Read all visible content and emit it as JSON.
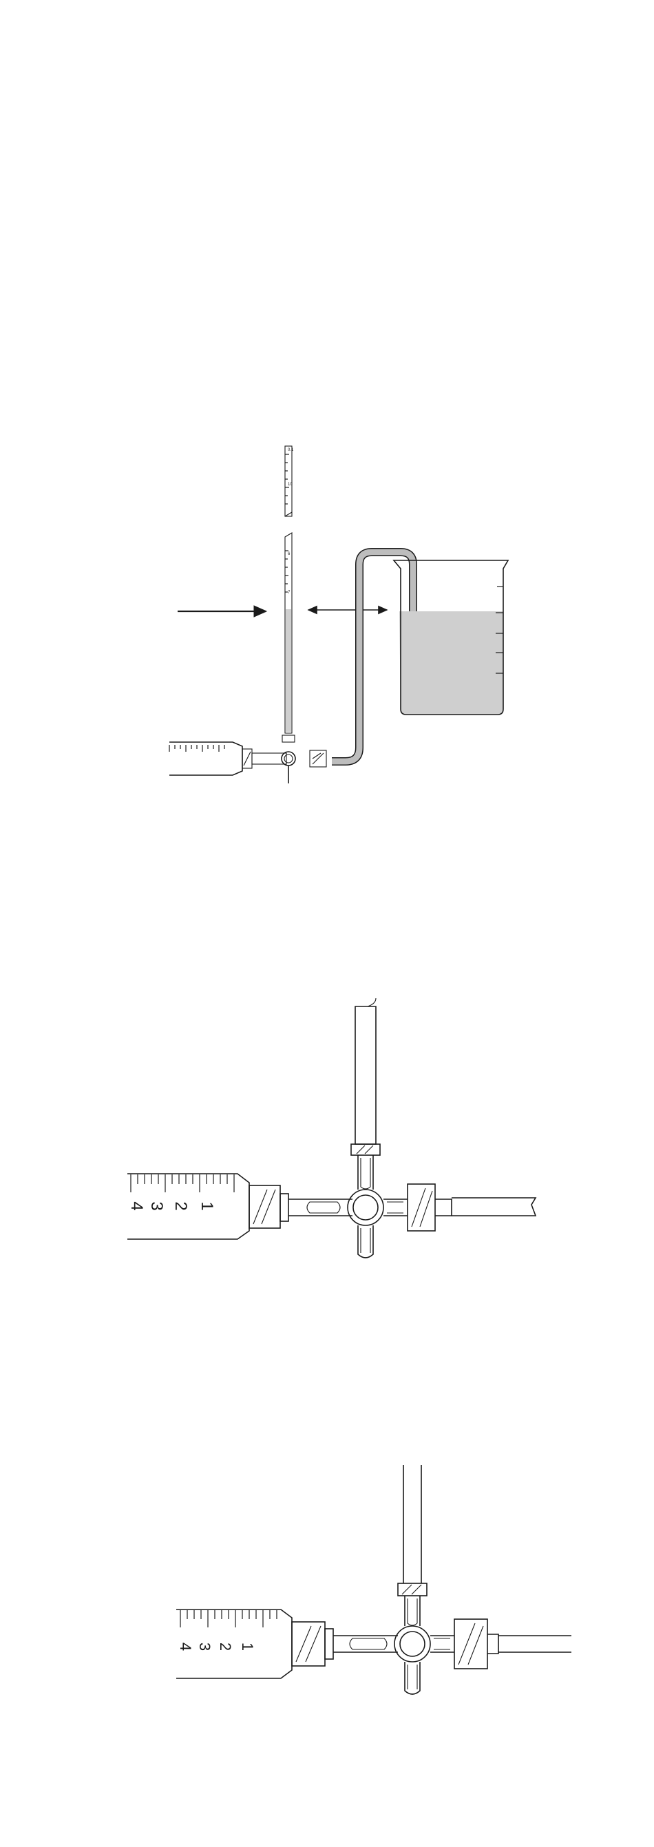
{
  "colors": {
    "line": "#1a1a1a",
    "liquid": "#cfcfcf",
    "tube": "#bdbdbd",
    "background": "#ffffff"
  },
  "panel1": {
    "burette_labels": [
      "0.1",
      "10",
      "6",
      "7"
    ]
  },
  "panel2": {
    "syringe_scale": [
      "1",
      "2",
      "3",
      "4"
    ]
  },
  "panel3": {
    "syringe_scale": [
      "1",
      "2",
      "3",
      "4"
    ]
  }
}
